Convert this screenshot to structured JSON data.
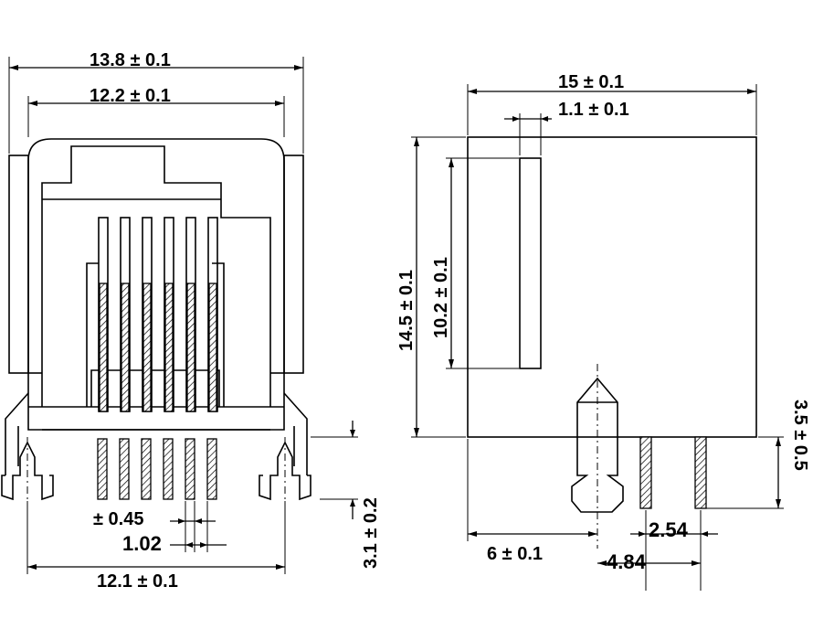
{
  "front_view": {
    "overall_width": "13.8 ± 0.1",
    "opening_width": "12.2 ± 0.1",
    "pin_pitch_label": "1.02",
    "pin_width_label": "± 0.45",
    "footprint_width": "12.1 ± 0.1",
    "leg_height": "3.1 ± 0.2"
  },
  "side_view": {
    "body_depth": "15 ± 0.1",
    "slot_width": "1.1 ± 0.1",
    "body_height": "14.5 ± 0.1",
    "slot_height": "10.2 ± 0.1",
    "peg_offset": "6 ± 0.1",
    "pin_spacing": "2.54",
    "peg_to_pin": "4.84",
    "pin_length": "3.5 ± 0.5"
  }
}
